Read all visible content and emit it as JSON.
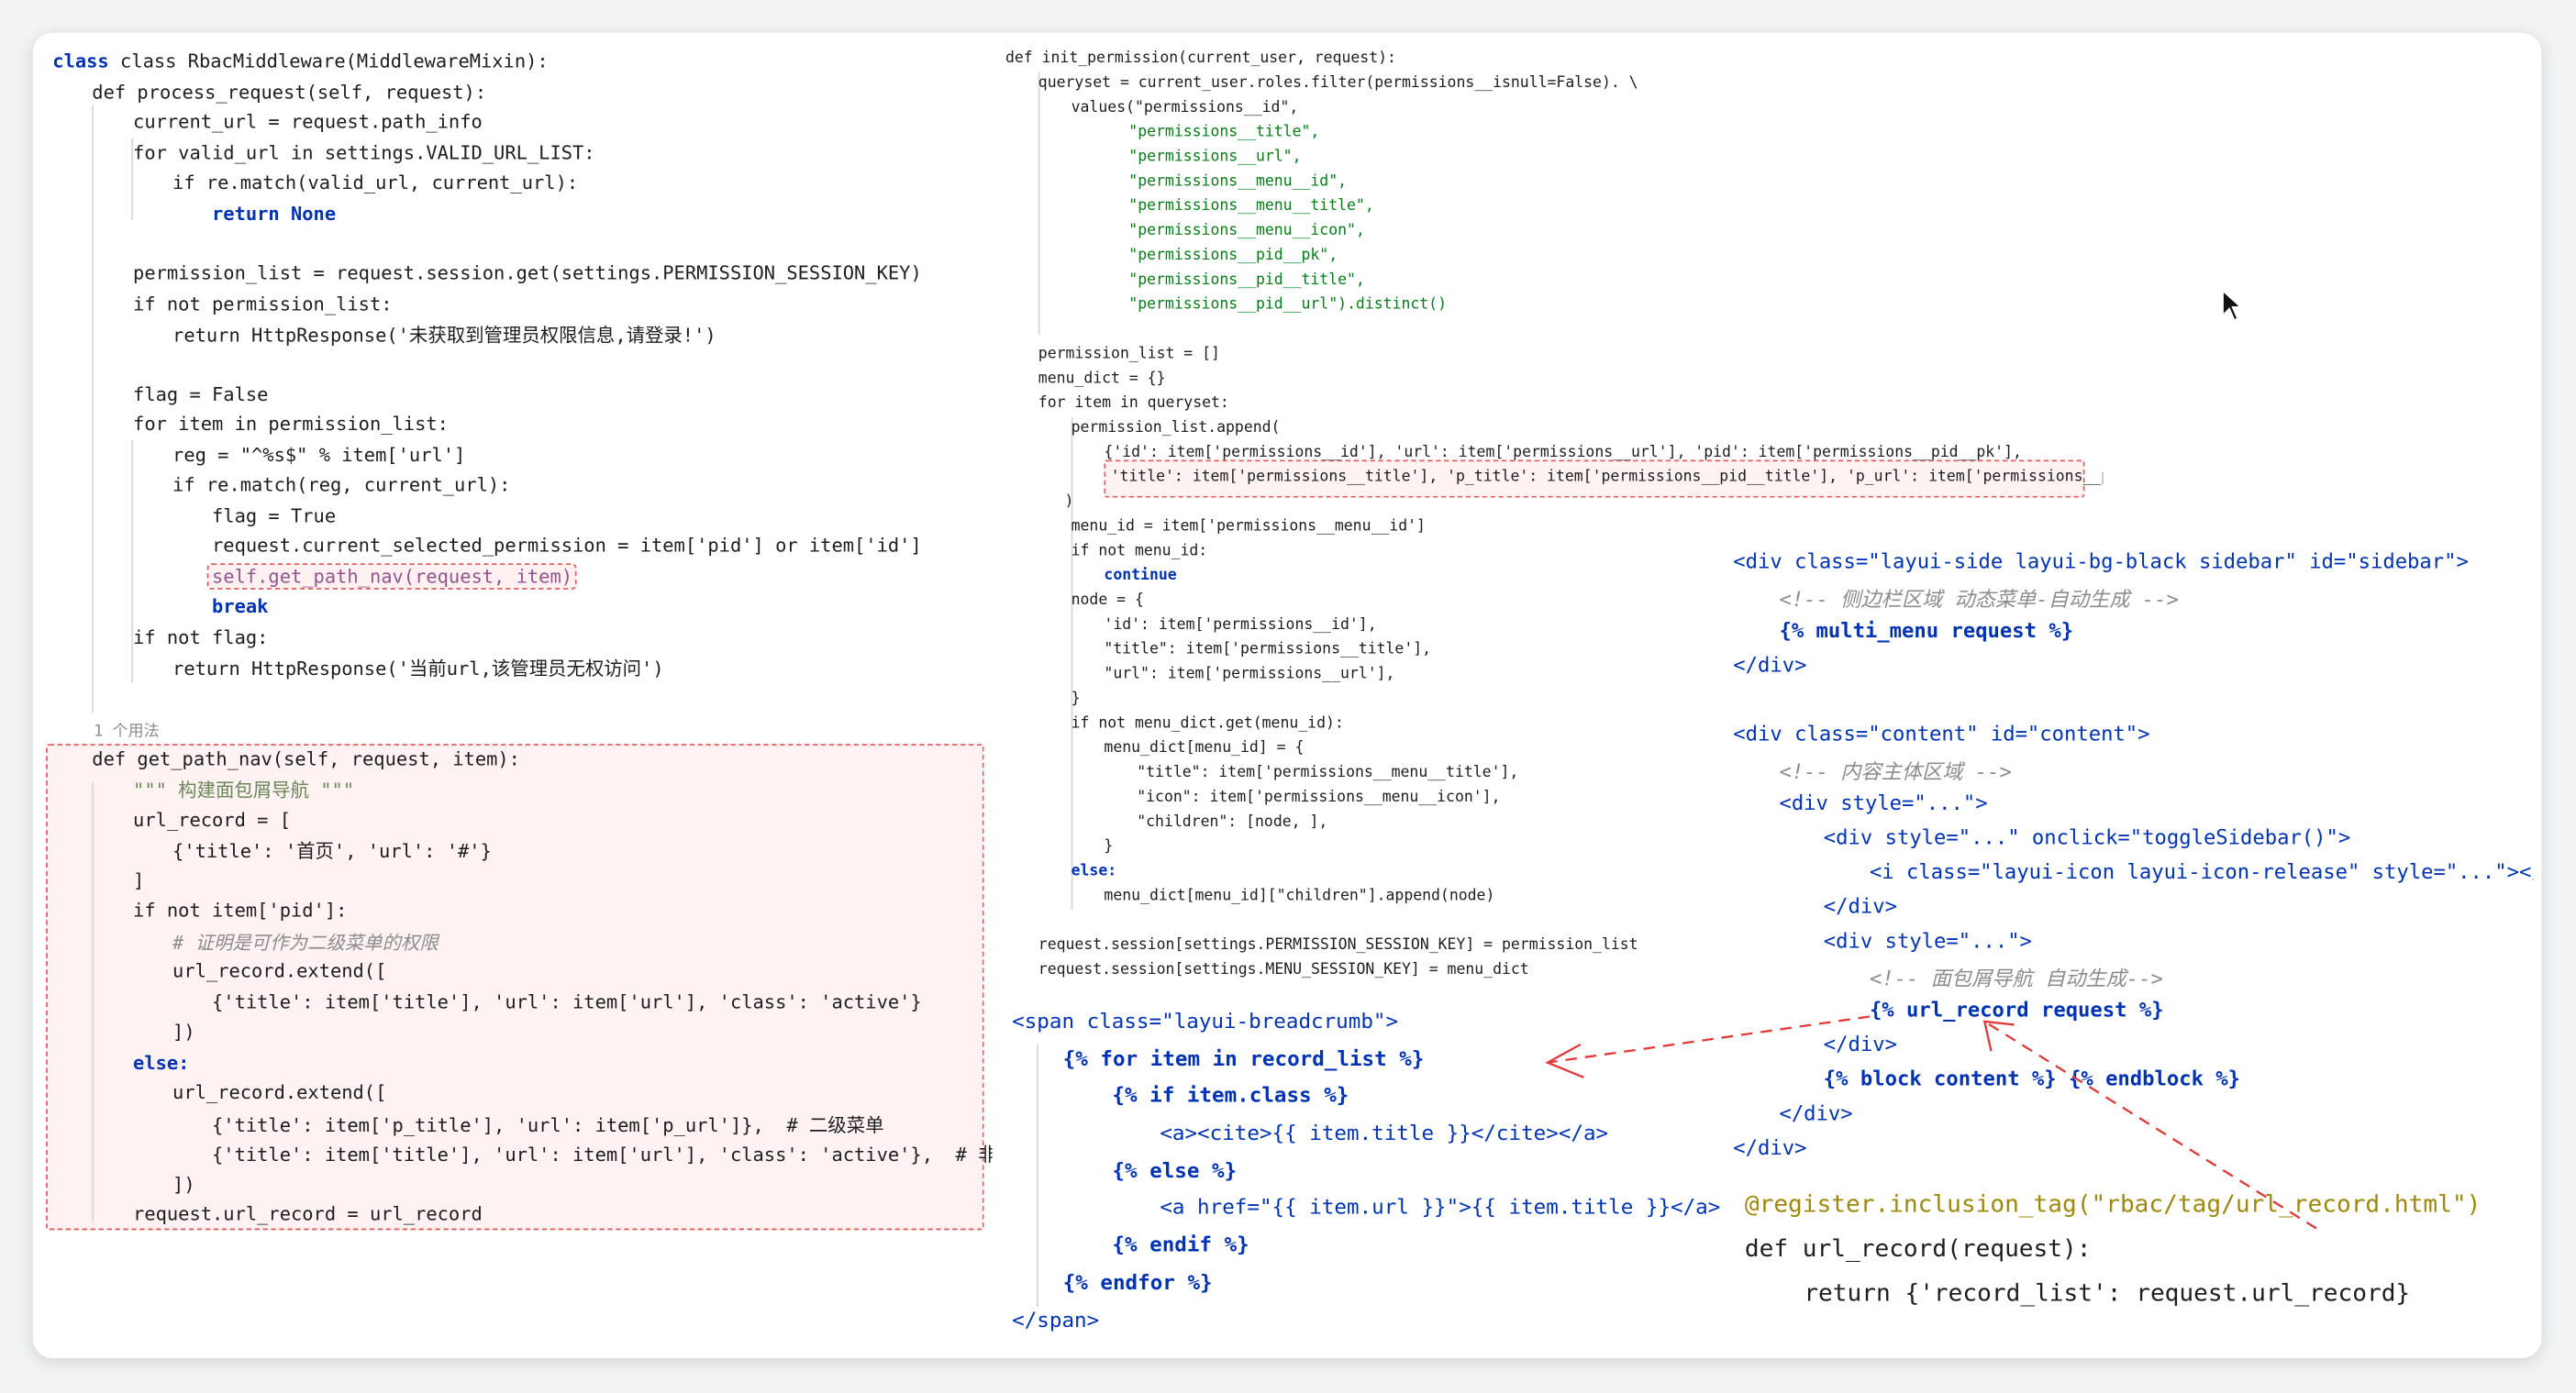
{
  "colors": {
    "keyword": "#0033b3",
    "string": "#067d17",
    "self": "#94558d",
    "comment": "#8c8c8c",
    "highlight_border": "#e06060",
    "arrow": "#e03a3a"
  },
  "middleware": {
    "usage_hint": "1 个用法",
    "lines": [
      "class RbacMiddleware(MiddlewareMixin):",
      "def process_request(self, request):",
      "current_url = request.path_info",
      "for valid_url in settings.VALID_URL_LIST:",
      "if re.match(valid_url, current_url):",
      "return None",
      "permission_list = request.session.get(settings.PERMISSION_SESSION_KEY)",
      "if not permission_list:",
      "return HttpResponse('未获取到管理员权限信息,请登录!')",
      "flag = False",
      "for item in permission_list:",
      "reg = \"^%s$\" % item['url']",
      "if re.match(reg, current_url):",
      "flag = True",
      "request.current_selected_permission = item['pid'] or item['id']",
      "self.get_path_nav(request, item)",
      "break",
      "if not flag:",
      "return HttpResponse('当前url,该管理员无权访问')",
      "def get_path_nav(self, request, item):",
      "\"\"\" 构建面包屑导航 \"\"\"",
      "url_record = [",
      "{'title': '首页', 'url': '#'}",
      "]",
      "if not item['pid']:",
      "# 证明是可作为二级菜单的权限",
      "url_record.extend([",
      "{'title': item['title'], 'url': item['url'], 'class': 'active'}",
      "])",
      "else:",
      "url_record.extend([",
      "{'title': item['p_title'], 'url': item['p_url']},  # 二级菜单",
      "{'title': item['title'], 'url': item['url'], 'class': 'active'},  # 非菜单权限",
      "])",
      "request.url_record = url_record"
    ]
  },
  "init_permission": {
    "lines": [
      "def init_permission(current_user, request):",
      "queryset = current_user.roles.filter(permissions__isnull=False). \\",
      "values(\"permissions__id\",",
      "\"permissions__title\",",
      "\"permissions__url\",",
      "\"permissions__menu__id\",",
      "\"permissions__menu__title\",",
      "\"permissions__menu__icon\",",
      "\"permissions__pid__pk\",",
      "\"permissions__pid__title\",",
      "\"permissions__pid__url\").distinct()",
      "permission_list = []",
      "menu_dict = {}",
      "for item in queryset:",
      "permission_list.append(",
      "{'id': item['permissions__id'], 'url': item['permissions__url'], 'pid': item['permissions__pid__pk'],",
      "'title': item['permissions__title'], 'p_title': item['permissions__pid__title'], 'p_url': item['permissions__pid__url']},",
      ")",
      "menu_id = item['permissions__menu__id']",
      "if not menu_id:",
      "continue",
      "node = {",
      "'id': item['permissions__id'],",
      "\"title\": item['permissions__title'],",
      "\"url\": item['permissions__url'],",
      "}",
      "if not menu_dict.get(menu_id):",
      "menu_dict[menu_id] = {",
      "\"title\": item['permissions__menu__title'],",
      "\"icon\": item['permissions__menu__icon'],",
      "\"children\": [node, ],",
      "}",
      "else:",
      "menu_dict[menu_id][\"children\"].append(node)",
      "request.session[settings.PERMISSION_SESSION_KEY] = permission_list",
      "request.session[settings.MENU_SESSION_KEY] = menu_dict"
    ]
  },
  "breadcrumb_tpl": {
    "lines": [
      "<span class=\"layui-breadcrumb\">",
      "{% for item in record_list %}",
      "{% if item.class %}",
      "<a><cite>{{ item.title }}</cite></a>",
      "{% else %}",
      "<a href=\"{{ item.url }}\">{{ item.title }}</a>",
      "{% endif %}",
      "{% endfor %}",
      "</span>"
    ]
  },
  "layout_tpl": {
    "lines": [
      "<div class=\"layui-side layui-bg-black sidebar\" id=\"sidebar\">",
      "<!-- 侧边栏区域 动态菜单-自动生成 -->",
      "{% multi_menu request %}",
      "</div>",
      "<div class=\"content\" id=\"content\">",
      "<!-- 内容主体区域 -->",
      "<div style=\"...\">",
      "<div style=\"...\" onclick=\"toggleSidebar()\">",
      "<i class=\"layui-icon layui-icon-release\" style=\"...\"></i>",
      "</div>",
      "<div style=\"...\">",
      "<!-- 面包屑导航 自动生成-->",
      "{% url_record request %}",
      "</div>",
      "{% block content %} {% endblock %}",
      "</div>",
      "</div>"
    ]
  },
  "tag_code": {
    "lines": [
      "@register.inclusion_tag(\"rbac/tag/url_record.html\")",
      "def url_record(request):",
      "return {'record_list': request.url_record}"
    ]
  }
}
